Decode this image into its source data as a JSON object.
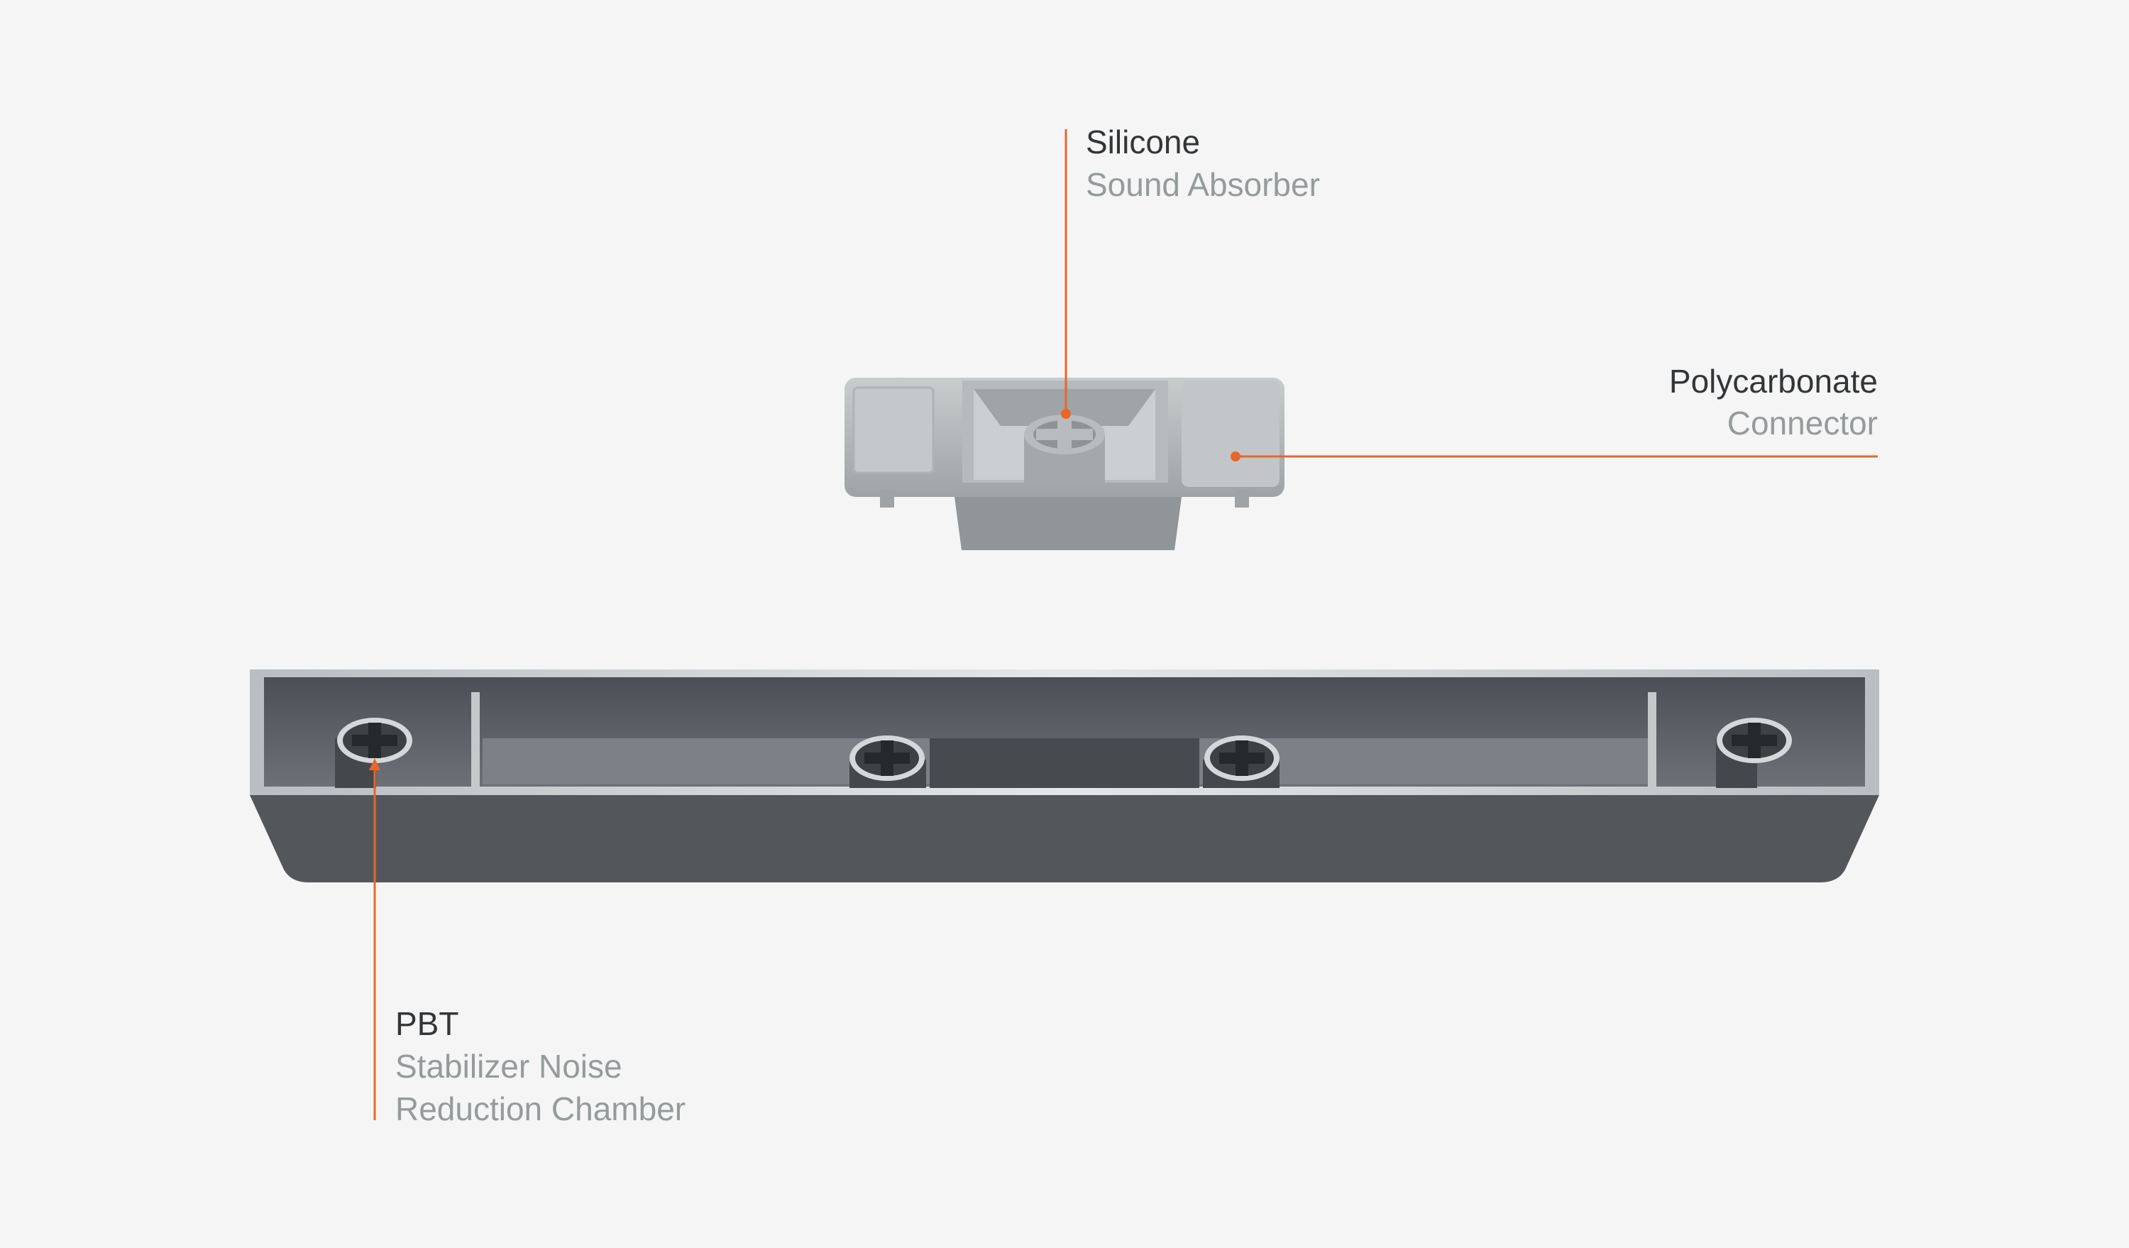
{
  "accent_color": "#e8662a",
  "callouts": [
    {
      "material": "Silicone",
      "description_lines": [
        "Sound Absorber"
      ]
    },
    {
      "material": "Polycarbonate",
      "description_lines": [
        "Connector"
      ]
    },
    {
      "material": "PBT",
      "description_lines": [
        "Stabilizer Noise",
        "Reduction Chamber"
      ]
    }
  ]
}
